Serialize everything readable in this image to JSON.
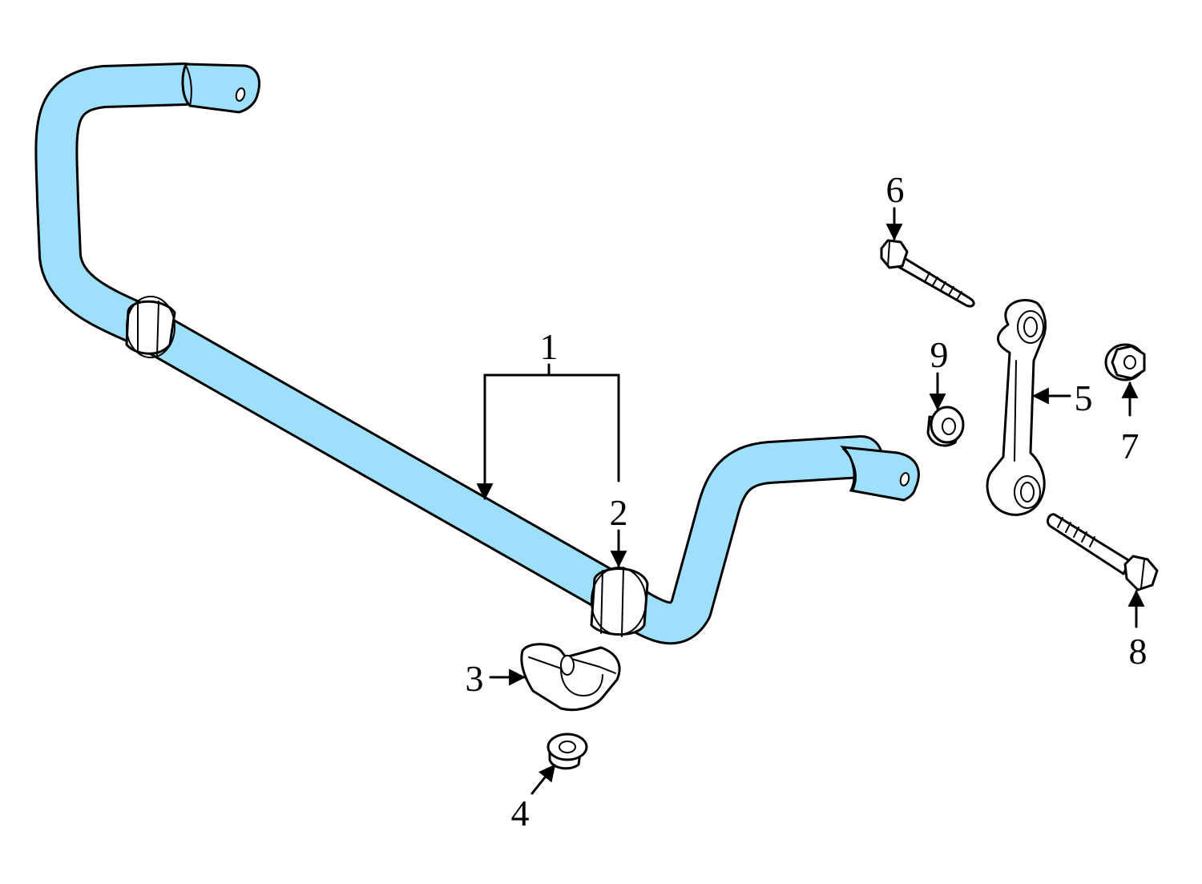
{
  "colors": {
    "highlight": "#9ee0fb",
    "outline": "#000000",
    "background": "#ffffff"
  },
  "callouts": {
    "c1": "1",
    "c2": "2",
    "c3": "3",
    "c4": "4",
    "c5": "5",
    "c6": "6",
    "c7": "7",
    "c8": "8",
    "c9": "9"
  }
}
